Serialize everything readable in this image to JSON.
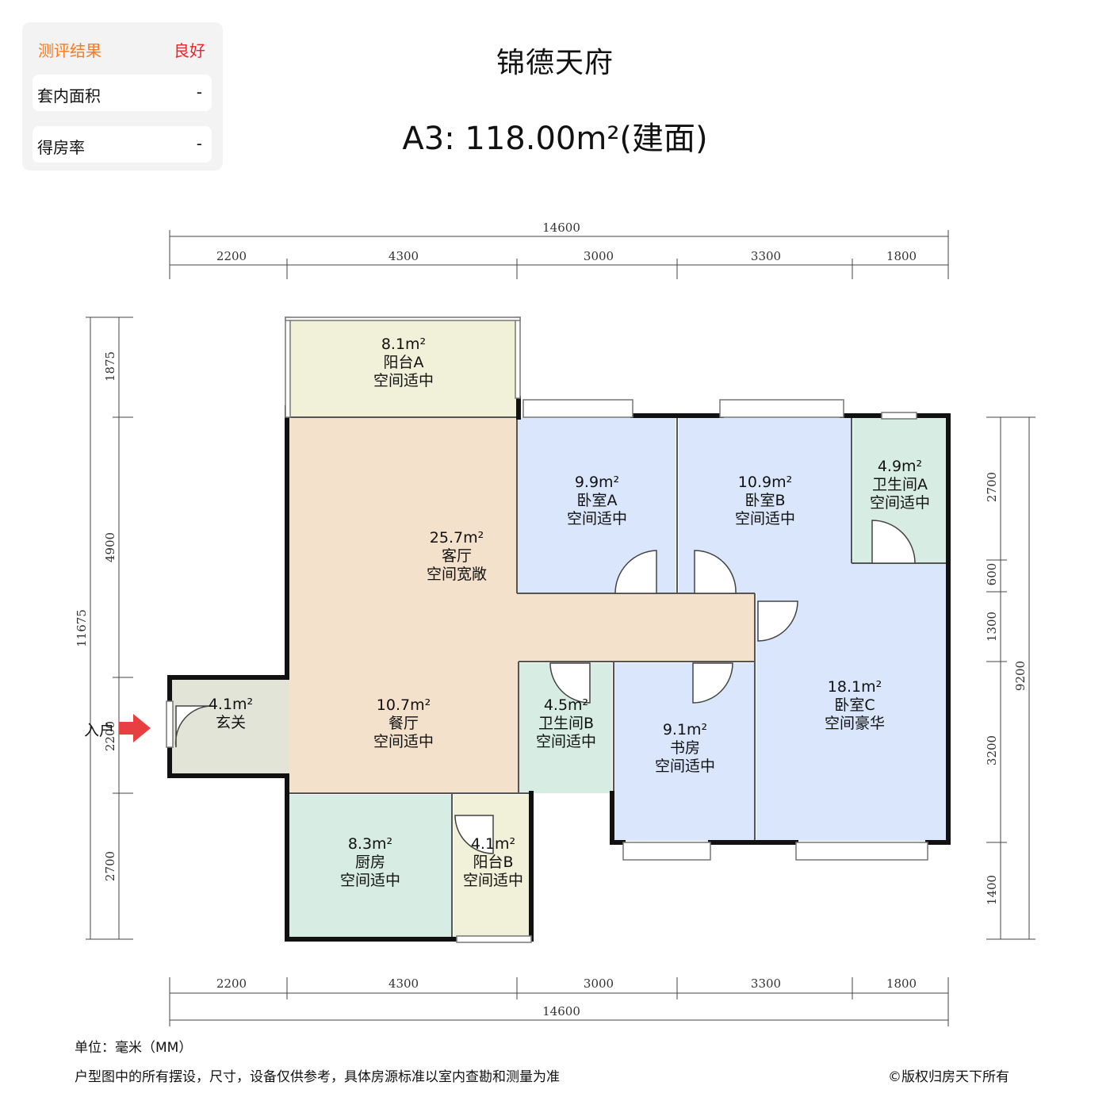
{
  "eval": {
    "header_label": "测评结果",
    "header_value": "良好",
    "rows": [
      {
        "label": "套内面积",
        "value": "-"
      },
      {
        "label": "得房率",
        "value": "-"
      }
    ]
  },
  "project_name": "锦德天府",
  "unit_title": "A3: 118.00m²(建面)",
  "dimensions": {
    "total": "14600",
    "segments": [
      "2200",
      "4300",
      "3000",
      "3300",
      "1800"
    ],
    "left_total": "11675",
    "left_segments": [
      "1875",
      "4900",
      "2200",
      "2700"
    ],
    "right_total": "9200",
    "right_segments": [
      "2700",
      "600",
      "1300",
      "3200",
      "1400"
    ]
  },
  "rooms": [
    {
      "id": "balcony-a",
      "area": "8.1m²",
      "name": "阳台A",
      "rating": "空间适中"
    },
    {
      "id": "living",
      "area": "25.7m²",
      "name": "客厅",
      "rating": "空间宽敞"
    },
    {
      "id": "bedroom-a",
      "area": "9.9m²",
      "name": "卧室A",
      "rating": "空间适中"
    },
    {
      "id": "bedroom-b",
      "area": "10.9m²",
      "name": "卧室B",
      "rating": "空间适中"
    },
    {
      "id": "bath-a",
      "area": "4.9m²",
      "name": "卫生间A",
      "rating": "空间适中"
    },
    {
      "id": "foyer",
      "area": "4.1m²",
      "name": "玄关",
      "rating": ""
    },
    {
      "id": "dining",
      "area": "10.7m²",
      "name": "餐厅",
      "rating": "空间适中"
    },
    {
      "id": "bath-b",
      "area": "4.5m²",
      "name": "卫生间B",
      "rating": "空间适中"
    },
    {
      "id": "study",
      "area": "9.1m²",
      "name": "书房",
      "rating": "空间适中"
    },
    {
      "id": "bedroom-c",
      "area": "18.1m²",
      "name": "卧室C",
      "rating": "空间豪华"
    },
    {
      "id": "kitchen",
      "area": "8.3m²",
      "name": "厨房",
      "rating": "空间适中"
    },
    {
      "id": "balcony-b",
      "area": "4.1m²",
      "name": "阳台B",
      "rating": "空间适中"
    }
  ],
  "entry_label": "入户",
  "footer": {
    "unit_note": "单位：毫米（MM）",
    "disclaimer": "户型图中的所有摆设，尺寸，设备仅供参考，具体房源标准以室内查勘和测量为准",
    "copyright": "©版权归房天下所有"
  },
  "colors": {
    "eval_label": "#ff7a1a",
    "eval_value": "#e8252b",
    "living": "#f4e1cc",
    "bedroom": "#d9e6fb",
    "bath": "#d7ece3",
    "balcony": "#f1f0d8",
    "foyer": "#e2e4d8",
    "wall": "#111111",
    "entry_arrow": "#e84040"
  }
}
